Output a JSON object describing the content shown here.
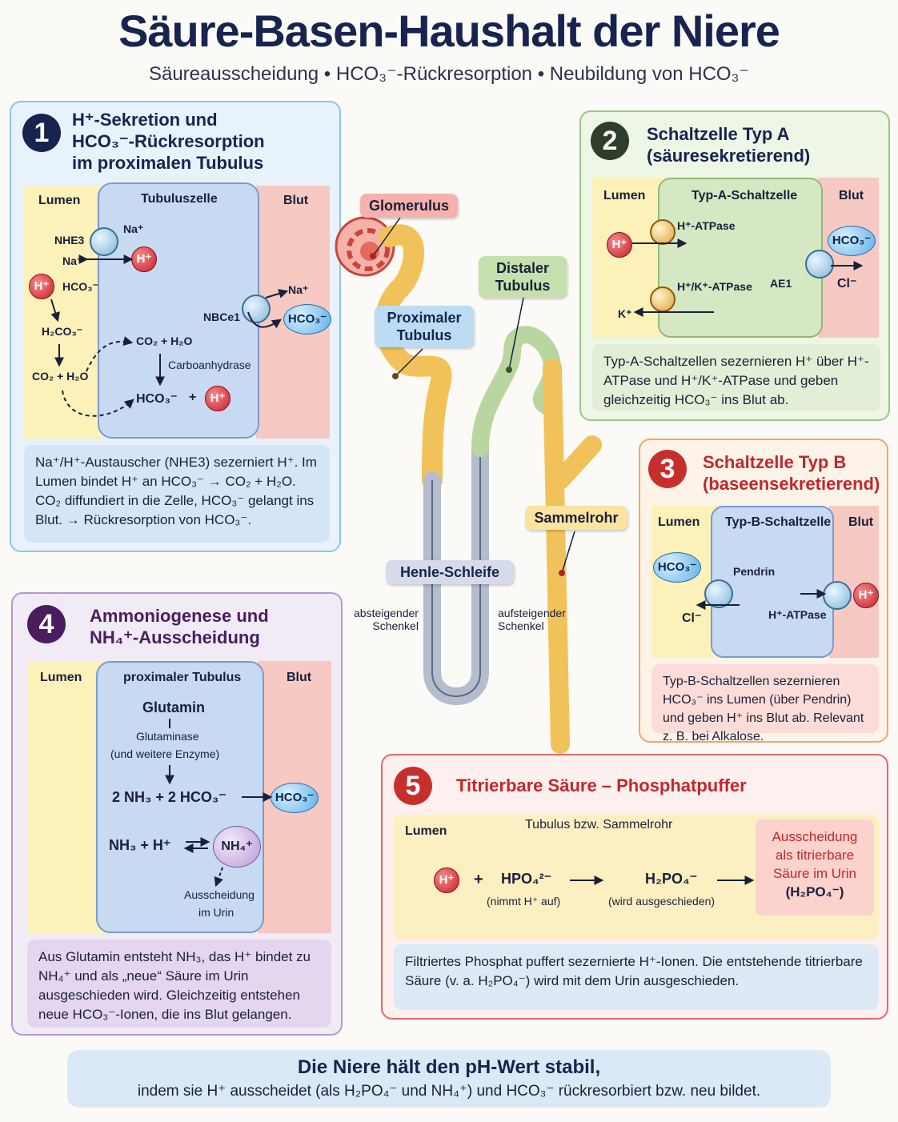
{
  "header": {
    "title": "Säure-Basen-Haushalt der Niere",
    "subtitle": "Säureausscheidung • HCO₃⁻-Rückresorption • Neubildung von HCO₃⁻"
  },
  "colors": {
    "navy": "#16244f",
    "blue_panel": "#e7f2fb",
    "green_panel": "#eef6e6",
    "red_panel": "#fdeae6",
    "purple_panel": "#f1ebf6",
    "lumen": "#fcf1b8",
    "blood": "#f7c9c3"
  },
  "panel1": {
    "number": "1",
    "title_lines": [
      "H⁺-Sekretion und",
      "HCO₃⁻-Rückresorption",
      "im proximalen Tubulus"
    ],
    "lumen": "Lumen",
    "cell": "Tubuluszelle",
    "blood": "Blut",
    "nhe3": "NHE3",
    "na_in": "Na⁺",
    "na_out": "Na⁺",
    "h_ion": "H⁺",
    "h_left": "H⁺",
    "hco3_lumen": "HCO₃⁻",
    "h2co3": "H₂CO₃⁻",
    "co2_h2o_lumen": "CO₂ + H₂O",
    "co2_h2o_cell": "CO₂ + H₂O",
    "carboanhydrase": "Carboanhydrase",
    "hco3_cell": "HCO₃⁻",
    "plus": "+",
    "h_cell": "H⁺",
    "nbce1": "NBCe1",
    "na_blood": "Na⁺",
    "hco3_blood": "HCO₃⁻",
    "description": "Na⁺/H⁺-Austauscher (NHE3) sezerniert H⁺. Im Lumen bindet H⁺ an HCO₃⁻ → CO₂ + H₂O. CO₂ diffundiert in die Zelle, HCO₃⁻ gelangt ins Blut. → Rückresorption von HCO₃⁻."
  },
  "panel2": {
    "number": "2",
    "title_lines": [
      "Schaltzelle Typ A",
      "(säuresekretierend)"
    ],
    "lumen": "Lumen",
    "cell": "Typ-A-Schaltzelle",
    "blood": "Blut",
    "h_atpase": "H⁺-ATPase",
    "hk_atpase": "H⁺/K⁺-ATPase",
    "ae1": "AE1",
    "h_ion": "H⁺",
    "k_ion": "K⁺",
    "hco3": "HCO₃⁻",
    "cl": "Cl⁻",
    "description": "Typ-A-Schaltzellen sezernieren H⁺ über H⁺-ATPase und H⁺/K⁺-ATPase und geben gleichzeitig HCO₃⁻ ins Blut ab."
  },
  "panel3": {
    "number": "3",
    "title_lines": [
      "Schaltzelle Typ B",
      "(baseensekretierend)"
    ],
    "lumen": "Lumen",
    "cell": "Typ-B-Schaltzelle",
    "blood": "Blut",
    "hco3": "HCO₃⁻",
    "pendrin": "Pendrin",
    "cl": "Cl⁻",
    "h_atpase": "H⁺-ATPase",
    "h_ion": "H⁺",
    "description": "Typ-B-Schaltzellen sezernieren HCO₃⁻ ins Lumen (über Pendrin) und geben H⁺ ins Blut ab. Relevant z. B. bei Alkalose."
  },
  "panel4": {
    "number": "4",
    "title_lines": [
      "Ammoniogenese und",
      "NH₄⁺-Ausscheidung"
    ],
    "lumen": "Lumen",
    "cell": "proximaler Tubulus",
    "blood": "Blut",
    "glutamin": "Glutamin",
    "glutaminase": "Glutaminase",
    "enzymes": "(und weitere Enzyme)",
    "products": "2 NH₃ + 2 HCO₃⁻",
    "hco3": "HCO₃⁻",
    "nh3_h": "NH₃ + H⁺",
    "nh4": "NH₄⁺",
    "excretion": "Ausscheidung",
    "urine": "im Urin",
    "description": "Aus Glutamin entsteht NH₃, das H⁺ bindet zu NH₄⁺ und als „neue“ Säure im Urin ausgeschieden wird. Gleichzeitig entstehen neue HCO₃⁻-Ionen, die ins Blut gelangen."
  },
  "panel5": {
    "number": "5",
    "title": "Titrierbare Säure – Phosphatpuffer",
    "lumen": "Lumen",
    "segment": "Tubulus bzw. Sammelrohr",
    "h_ion": "H⁺",
    "plus": "+",
    "hpo4": "HPO₄²⁻",
    "hpo4_note": "(nimmt H⁺ auf)",
    "h2po4": "H₂PO₄⁻",
    "h2po4_note": "(wird ausgeschieden)",
    "result_lines": [
      "Ausscheidung",
      "als titrierbare",
      "Säure im Urin",
      "(H₂PO₄⁻)"
    ],
    "description": "Filtriertes Phosphat puffert sezernierte H⁺-Ionen. Die entstehende titrierbare Säure (v. a. H₂PO₄⁻) wird mit dem Urin ausgeschieden."
  },
  "nephron": {
    "glomerulus": "Glomerulus",
    "proximal": [
      "Proximaler",
      "Tubulus"
    ],
    "distal": [
      "Distaler",
      "Tubulus"
    ],
    "collecting": "Sammelrohr",
    "henle": "Henle-Schleife",
    "descending": [
      "absteigender",
      "Schenkel"
    ],
    "ascending": [
      "aufsteigender",
      "Schenkel"
    ]
  },
  "footer": {
    "headline": "Die Niere hält den pH-Wert stabil,",
    "text": "indem sie H⁺ ausscheidet (als H₂PO₄⁻ und NH₄⁺) und HCO₃⁻ rückresorbiert bzw. neu bildet."
  }
}
